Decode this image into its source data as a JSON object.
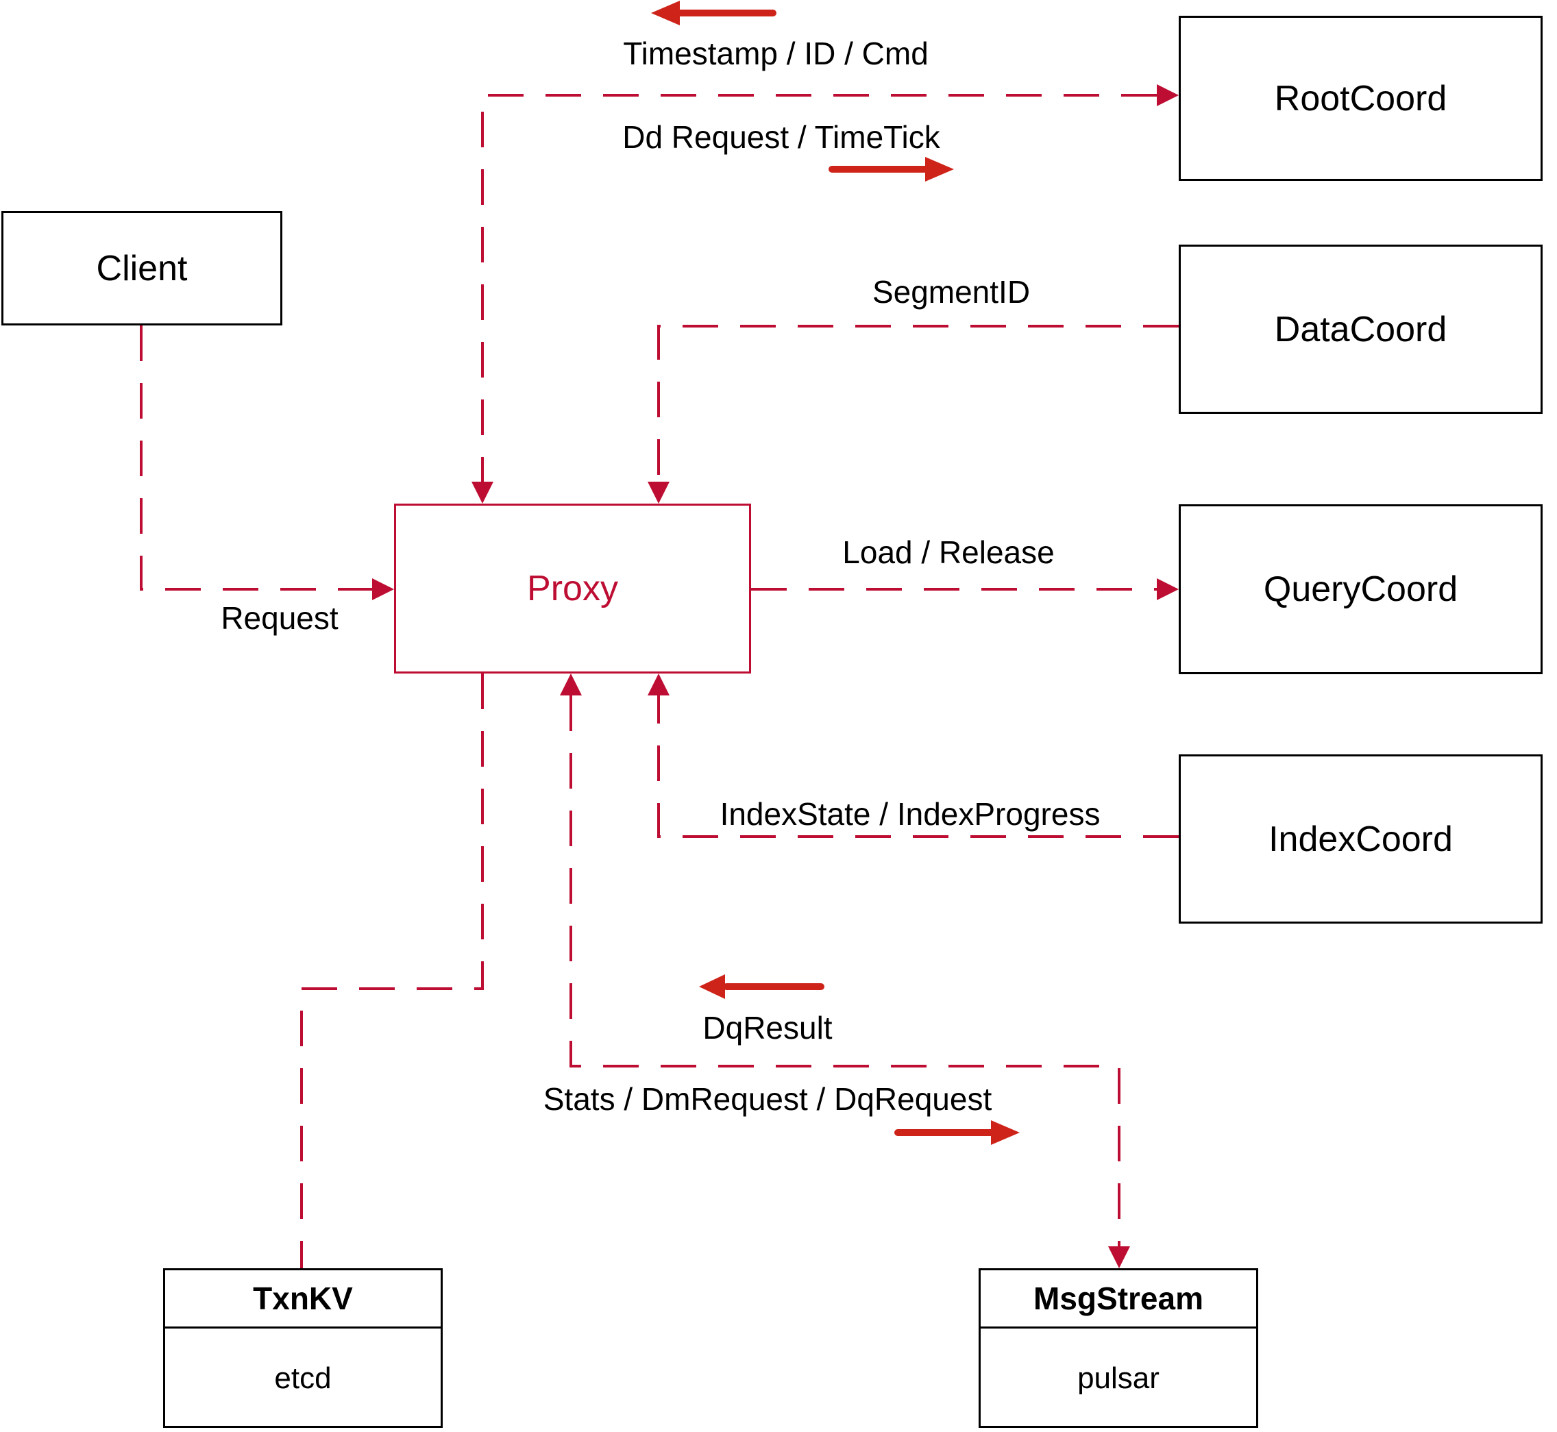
{
  "nodes": {
    "client": {
      "label": "Client"
    },
    "proxy": {
      "label": "Proxy"
    },
    "rootcoord": {
      "label": "RootCoord"
    },
    "datacoord": {
      "label": "DataCoord"
    },
    "querycoord": {
      "label": "QueryCoord"
    },
    "indexcoord": {
      "label": "IndexCoord"
    },
    "txnkv": {
      "title": "TxnKV",
      "subtitle": "etcd"
    },
    "msgstream": {
      "title": "MsgStream",
      "subtitle": "pulsar"
    }
  },
  "edge_labels": {
    "timestamp": "Timestamp / ID / Cmd",
    "dd_request": "Dd Request / TimeTick",
    "segment_id": "SegmentID",
    "load_release": "Load / Release",
    "index_state": "IndexState / IndexProgress",
    "dq_result": "DqResult",
    "stats": "Stats / DmRequest / DqRequest",
    "request": "Request"
  },
  "colors": {
    "connector": "#bd0d32",
    "accent_arrow": "#ce2318",
    "node_border": "#000000",
    "proxy_accent": "#bd0d32",
    "text": "#000000",
    "background": "#ffffff"
  }
}
